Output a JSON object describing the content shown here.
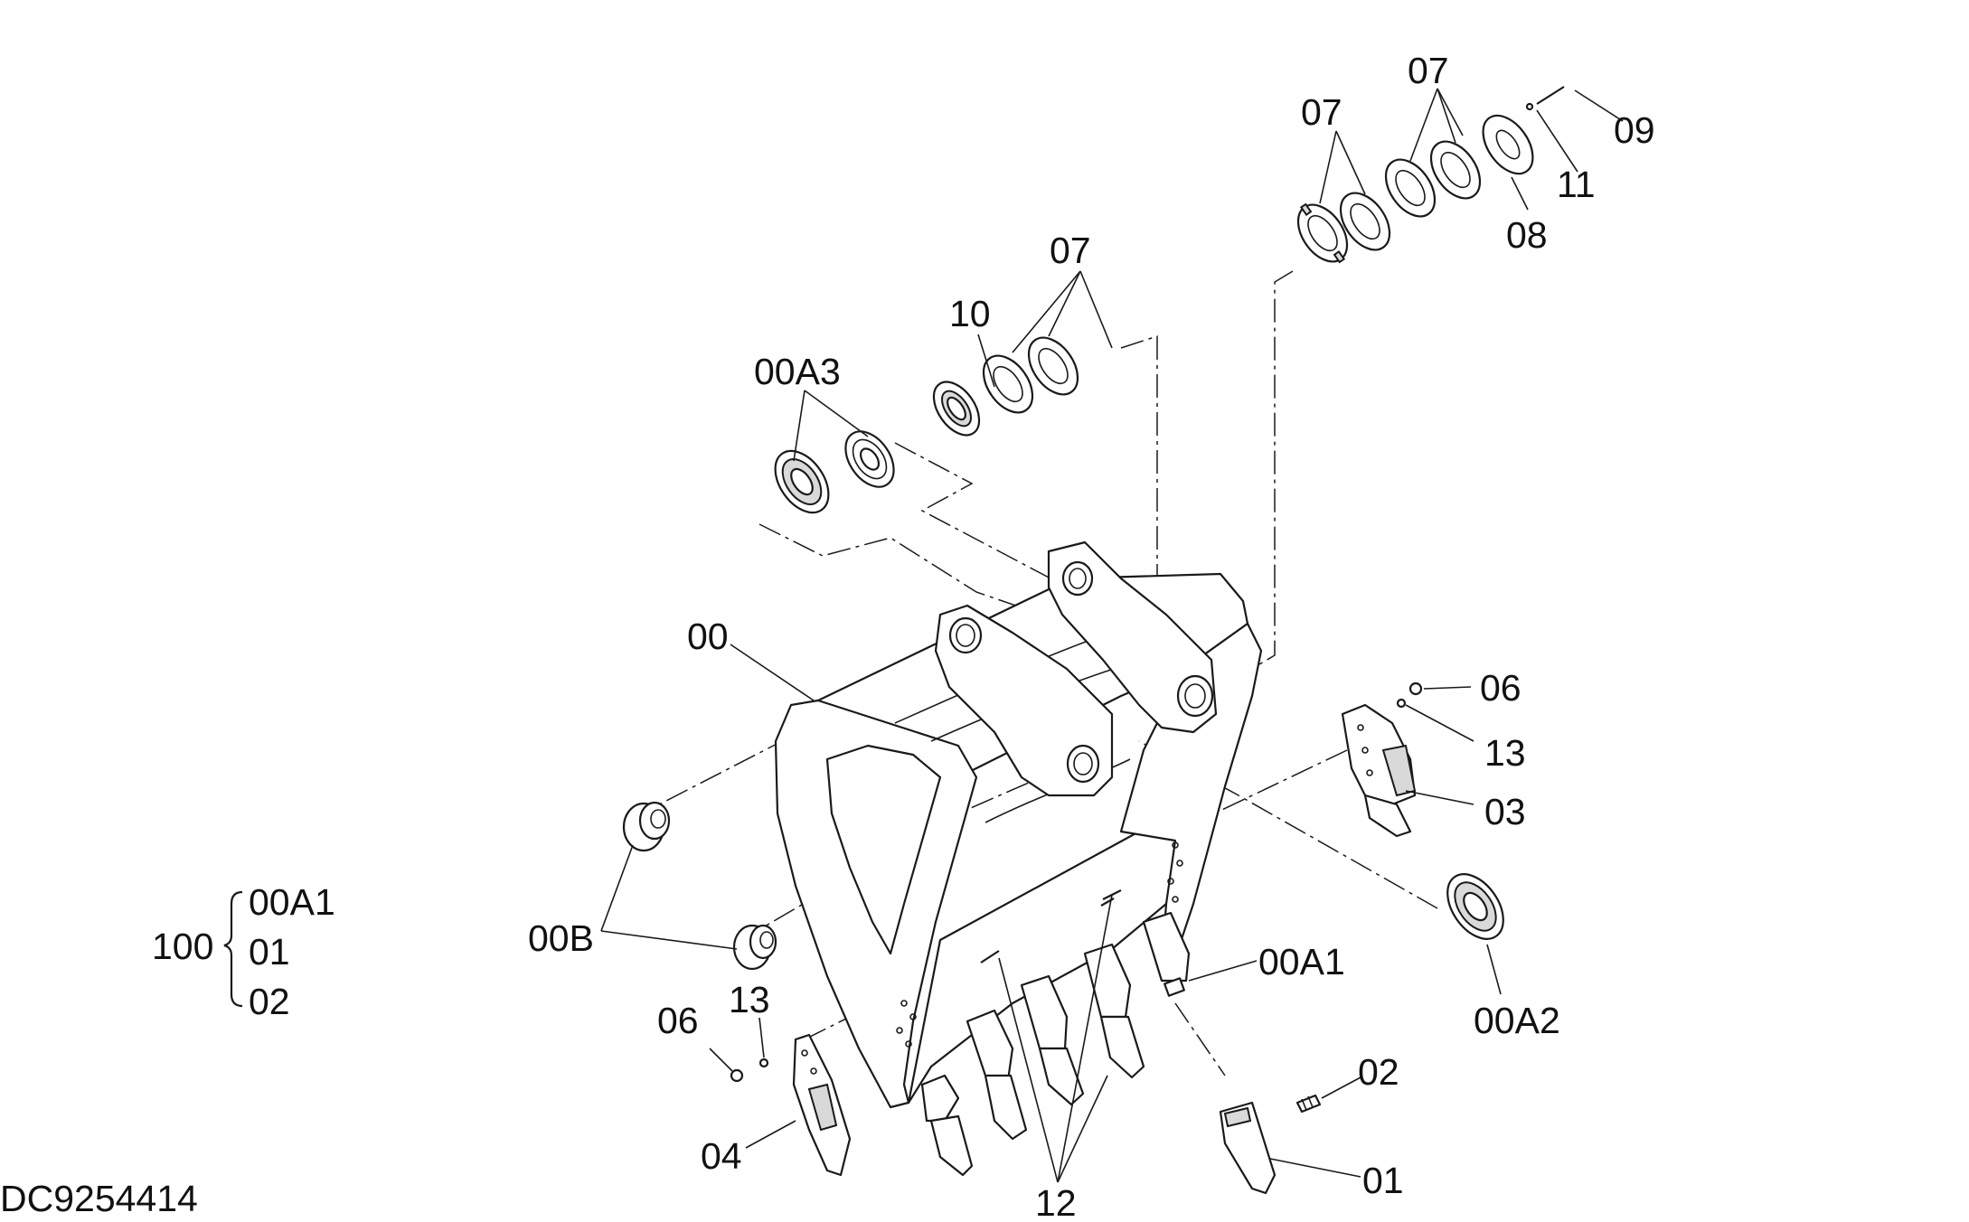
{
  "drawing_number": "DC9254414",
  "assembly": {
    "code": "100",
    "members": [
      "00A1",
      "01",
      "02"
    ]
  },
  "callouts": {
    "c_07_a": "07",
    "c_07_b": "07",
    "c_07_c": "07",
    "c_09": "09",
    "c_11": "11",
    "c_08": "08",
    "c_10": "10",
    "c_00A3": "00A3",
    "c_00": "00",
    "c_06_r": "06",
    "c_13_r": "13",
    "c_03": "03",
    "c_00A1": "00A1",
    "c_00A2": "00A2",
    "c_00B": "00B",
    "c_13_l": "13",
    "c_06_l": "06",
    "c_02": "02",
    "c_04": "04",
    "c_01": "01",
    "c_12": "12"
  }
}
